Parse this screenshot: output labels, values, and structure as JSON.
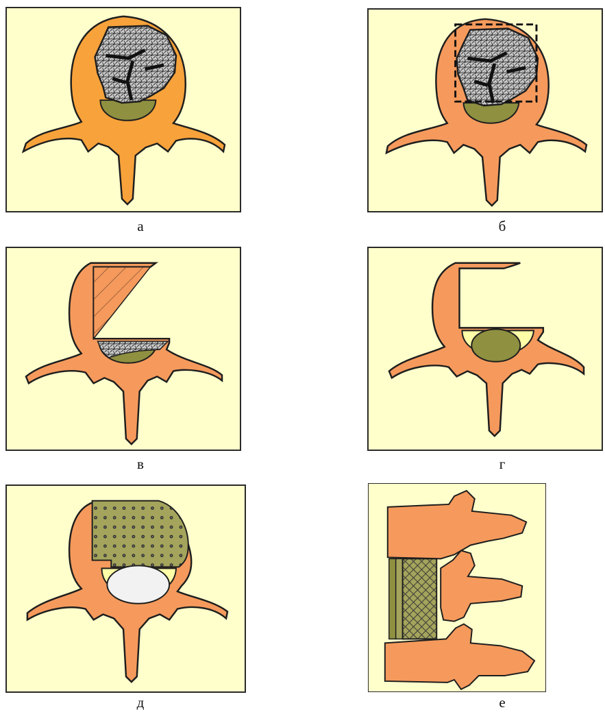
{
  "panels": [
    {
      "id": "a",
      "label": "а"
    },
    {
      "id": "b",
      "label": "б"
    },
    {
      "id": "v",
      "label": "в"
    },
    {
      "id": "g",
      "label": "г"
    },
    {
      "id": "d",
      "label": "д"
    },
    {
      "id": "e",
      "label": "е"
    }
  ],
  "colors": {
    "background": "#ffffcc",
    "bone": "#f59a5c",
    "bone_deep": "#f7a23a",
    "spinal_cord": "#8f9040",
    "graft": "#a4a45c",
    "fragment": "#9a9a9a",
    "canal_ring": "#ffffa8",
    "outline": "#1e1e1e"
  },
  "icons": [
    "vertebra-axial-section",
    "vertebra-sagittal-section"
  ]
}
